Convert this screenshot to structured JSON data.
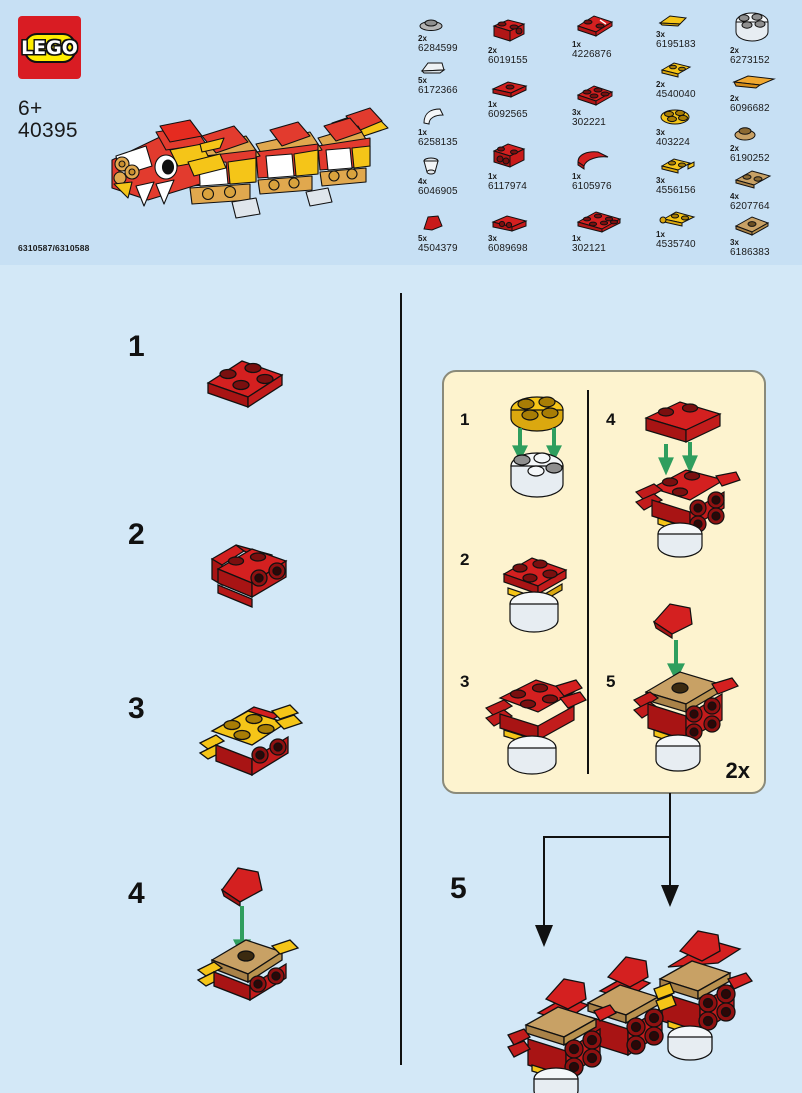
{
  "header": {
    "logo_text": "LEGO",
    "age_label": "6+",
    "set_number": "40395",
    "booklet_code": "6310587/6310588",
    "hero_alt": "lego-chinese-dragon-model"
  },
  "parts_list": {
    "title": "parts-inventory",
    "parts": [
      {
        "qty": "2x",
        "id": "6284599",
        "color": "#b0b0b0",
        "shape": "round-plate-1x1"
      },
      {
        "qty": "5x",
        "id": "6172366",
        "color": "#eef2f5",
        "shape": "white-slope-curved"
      },
      {
        "qty": "1x",
        "id": "6258135",
        "color": "#f4f7f9",
        "shape": "white-curved-slope"
      },
      {
        "qty": "4x",
        "id": "6046905",
        "color": "#f2f5f7",
        "shape": "white-cone"
      },
      {
        "qty": "5x",
        "id": "4504379",
        "color": "#c91a1a",
        "shape": "red-wedge"
      },
      {
        "qty": "2x",
        "id": "6019155",
        "color": "#c91a1a",
        "shape": "red-brick-1x2-studs"
      },
      {
        "qty": "1x",
        "id": "6092565",
        "color": "#c91a1a",
        "shape": "red-plate-1x2"
      },
      {
        "qty": "1x",
        "id": "6117974",
        "color": "#c91a1a",
        "shape": "red-bracket"
      },
      {
        "qty": "3x",
        "id": "6089698",
        "color": "#c91a1a",
        "shape": "red-brick-1x2-side"
      },
      {
        "qty": "1x",
        "id": "4226876",
        "color": "#c91a1a",
        "shape": "red-plate-2x2-curved"
      },
      {
        "qty": "3x",
        "id": "302221",
        "color": "#c91a1a",
        "shape": "red-plate-2x2"
      },
      {
        "qty": "1x",
        "id": "6105976",
        "color": "#c91a1a",
        "shape": "red-slope-curved"
      },
      {
        "qty": "1x",
        "id": "302121",
        "color": "#c91a1a",
        "shape": "red-plate-2x3"
      },
      {
        "qty": "3x",
        "id": "6195183",
        "color": "#f5c518",
        "shape": "yellow-wing"
      },
      {
        "qty": "2x",
        "id": "4540040",
        "color": "#f5c518",
        "shape": "yellow-plate-claw"
      },
      {
        "qty": "3x",
        "id": "403224",
        "color": "#f5c518",
        "shape": "yellow-round-plate"
      },
      {
        "qty": "3x",
        "id": "4556156",
        "color": "#f5c518",
        "shape": "yellow-plate-clip"
      },
      {
        "qty": "1x",
        "id": "4535740",
        "color": "#f5c518",
        "shape": "yellow-plate-1x2-bar"
      },
      {
        "qty": "2x",
        "id": "6273152",
        "color": "#f4f7f9",
        "shape": "white-round-brick-studs"
      },
      {
        "qty": "2x",
        "id": "6096682",
        "color": "#f0a830",
        "shape": "orange-wing-long"
      },
      {
        "qty": "2x",
        "id": "6190252",
        "color": "#c8a165",
        "shape": "tan-round-plate"
      },
      {
        "qty": "4x",
        "id": "6207764",
        "color": "#c8a165",
        "shape": "tan-plate-2x2-clip"
      },
      {
        "qty": "3x",
        "id": "6186383",
        "color": "#c8a165",
        "shape": "tan-tile-2x2"
      }
    ]
  },
  "main_steps": {
    "left_column": [
      {
        "number": "1",
        "description": "red-plate-2x2"
      },
      {
        "number": "2",
        "description": "red-bracket-assembly"
      },
      {
        "number": "3",
        "description": "yellow-claws-assembly"
      },
      {
        "number": "4",
        "description": "tan-tile-and-red-wedge"
      }
    ],
    "right_column": [
      {
        "number": "5",
        "description": "three-body-segments-joined"
      }
    ]
  },
  "sub_panel": {
    "multiplier": "2x",
    "steps": [
      {
        "number": "1",
        "description": "yellow-round-plate-onto-white-round-brick"
      },
      {
        "number": "2",
        "description": "red-plate-2x2-on-top"
      },
      {
        "number": "3",
        "description": "red-brackets-added"
      },
      {
        "number": "4",
        "description": "red-brick-1x2-added"
      },
      {
        "number": "5",
        "description": "tan-tile-and-red-wedge-added"
      }
    ]
  },
  "colors": {
    "page_background": "#d3e8f7",
    "header_background": "#c7e0f4",
    "panel_background": "#fdf3cf",
    "lego_red": "#d91c23",
    "brick_red": "#c91a1a",
    "brick_yellow": "#f5c518",
    "brick_tan": "#c8a165",
    "brick_white": "#f4f7f9",
    "arrow_green": "#2f9e5e",
    "ink": "#111111"
  }
}
